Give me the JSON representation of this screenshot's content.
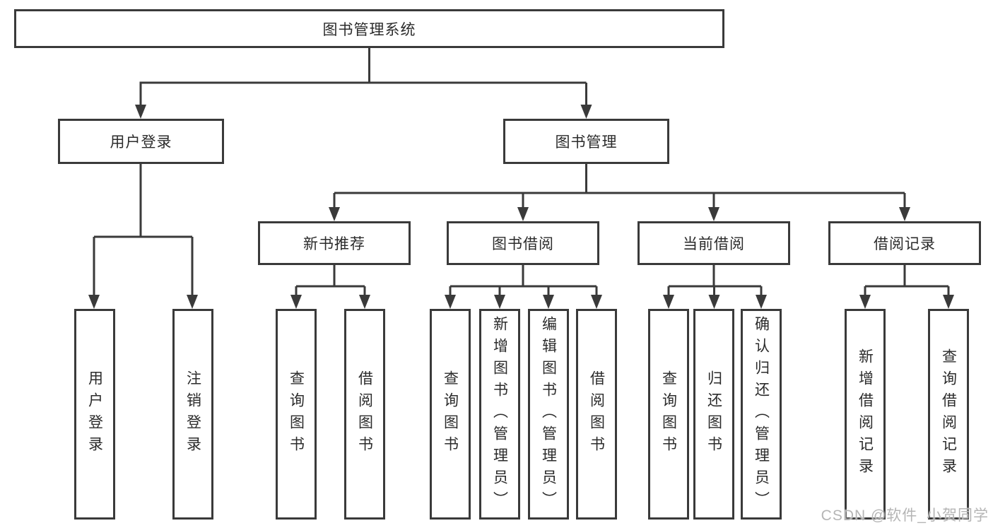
{
  "diagram": {
    "root": {
      "label": "图书管理系统"
    },
    "level2": [
      {
        "label": "用户登录"
      },
      {
        "label": "图书管理"
      }
    ],
    "level3": [
      {
        "label": "新书推荐"
      },
      {
        "label": "图书借阅"
      },
      {
        "label": "当前借阅"
      },
      {
        "label": "借阅记录"
      }
    ],
    "leaves": {
      "user": [
        "用户登录",
        "注销登录"
      ],
      "recommend": [
        "查询图书",
        "借阅图书"
      ],
      "borrow": [
        "查询图书",
        "新增图书（管理员）",
        "编辑图书（管理员）",
        "借阅图书"
      ],
      "current": [
        "查询图书",
        "归还图书",
        "确认归还（管理员）"
      ],
      "records": [
        "新增借阅记录",
        "查询借阅记录"
      ]
    },
    "watermark": "CSDN @软件_小贺同学",
    "colors": {
      "line": "#3a3a3a",
      "text": "#2b2b2b",
      "box_background": "#ffffff",
      "watermark": "#b5b5b5"
    }
  }
}
